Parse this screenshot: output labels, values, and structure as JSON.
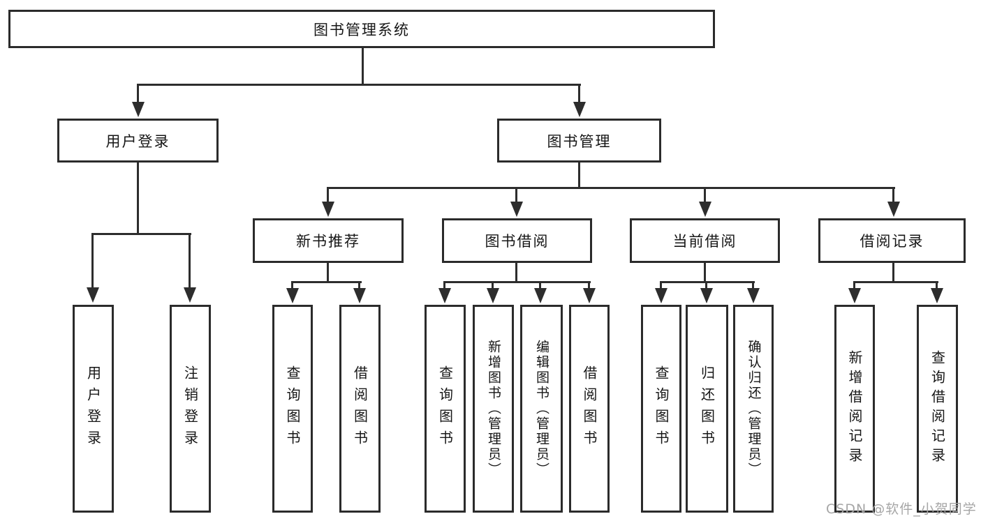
{
  "diagram": {
    "title": "图书管理系统",
    "branches": [
      {
        "label": "用户登录",
        "children": [
          {
            "label": "用户登录"
          },
          {
            "label": "注销登录"
          }
        ]
      },
      {
        "label": "图书管理",
        "sections": [
          {
            "label": "新书推荐",
            "children": [
              {
                "label": "查询图书"
              },
              {
                "label": "借阅图书"
              }
            ]
          },
          {
            "label": "图书借阅",
            "children": [
              {
                "label": "查询图书"
              },
              {
                "label": "新增图书（管理员）"
              },
              {
                "label": "编辑图书（管理员）"
              },
              {
                "label": "借阅图书"
              }
            ]
          },
          {
            "label": "当前借阅",
            "children": [
              {
                "label": "查询图书"
              },
              {
                "label": "归还图书"
              },
              {
                "label": "确认归还（管理员）"
              }
            ]
          },
          {
            "label": "借阅记录",
            "children": [
              {
                "label": "新增借阅记录"
              },
              {
                "label": "查询借阅记录"
              }
            ]
          }
        ]
      }
    ]
  },
  "watermark": {
    "text": "CSDN @软件_小贺同学",
    "color": "#a6a6a6"
  },
  "colors": {
    "line": "#2d2d2d",
    "box_border": "#2b2b2b",
    "text": "#161616",
    "background": "#ffffff"
  }
}
